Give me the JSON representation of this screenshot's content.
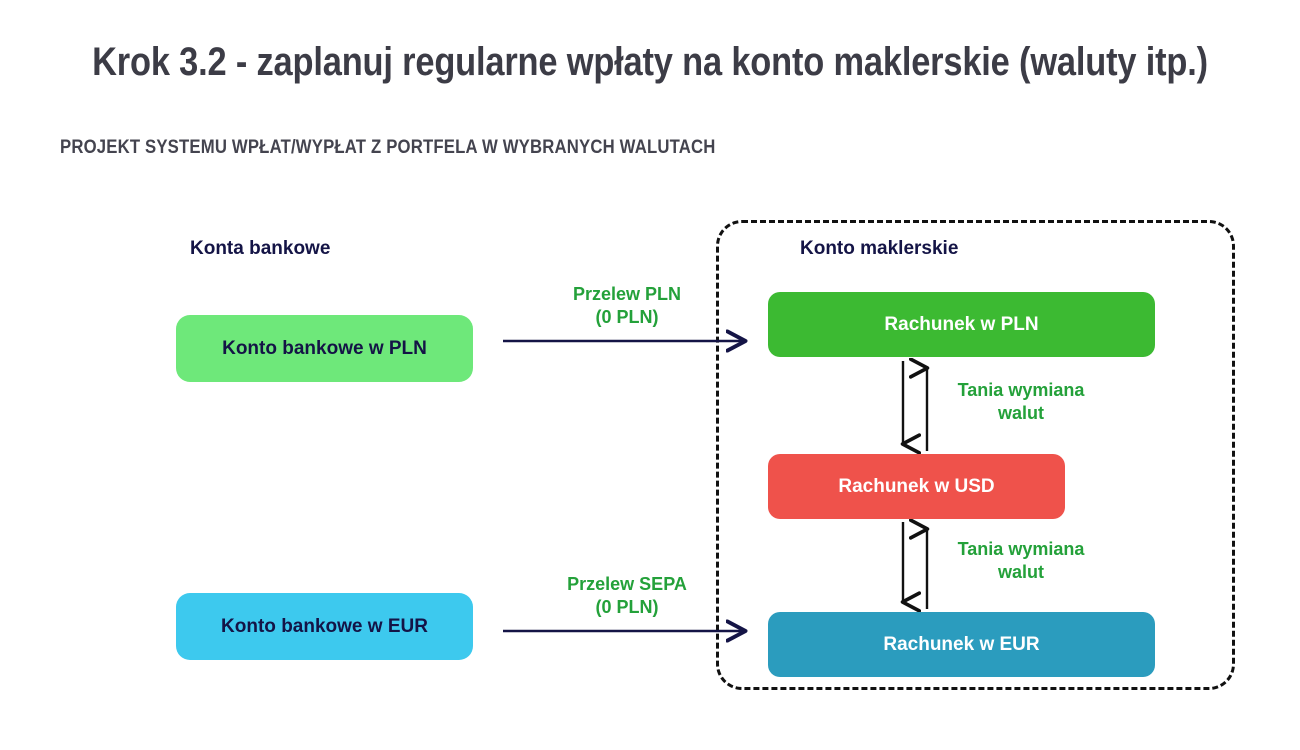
{
  "page": {
    "title": "Krok 3.2 - zaplanuj regularne wpłaty na konto maklerskie (waluty itp.)",
    "subtitle": "PROJEKT SYSTEMU WPŁAT/WYPŁAT Z PORTFELA W WYBRANYCH WALUTACH"
  },
  "colors": {
    "title_text": "#3c3c46",
    "subtitle_text": "#44444f",
    "caption_text": "#141446",
    "edge_label_green": "#24a13a",
    "arrow_navy": "#141446",
    "arrow_black": "#111111",
    "dashed_border": "#111111",
    "bank_pln": "#6ee87a",
    "bank_eur": "#3dc9ee",
    "account_pln": "#3cba32",
    "account_usd": "#ef524b",
    "account_eur": "#2b9cbe",
    "background": "#ffffff"
  },
  "columns": {
    "left_caption": "Konta bankowe",
    "right_caption": "Konto maklerskie"
  },
  "bank_accounts": [
    {
      "label": "Konto bankowe w PLN",
      "currency": "PLN",
      "color": "#6ee87a"
    },
    {
      "label": "Konto bankowe w EUR",
      "currency": "EUR",
      "color": "#3dc9ee"
    }
  ],
  "brokerage_accounts": [
    {
      "label": "Rachunek w PLN",
      "currency": "PLN",
      "color": "#3cba32"
    },
    {
      "label": "Rachunek w USD",
      "currency": "USD",
      "color": "#ef524b"
    },
    {
      "label": "Rachunek w EUR",
      "currency": "EUR",
      "color": "#2b9cbe"
    }
  ],
  "transfers": [
    {
      "line1": "Przelew PLN",
      "line2": "(0 PLN)",
      "from": "Konto bankowe w PLN",
      "to": "Rachunek w PLN",
      "cost": "0 PLN"
    },
    {
      "line1": "Przelew SEPA",
      "line2": "(0 PLN)",
      "from": "Konto bankowe w EUR",
      "to": "Rachunek w EUR",
      "cost": "0 PLN"
    }
  ],
  "exchanges": [
    {
      "line1": "Tania wymiana",
      "line2": "walut",
      "between": [
        "Rachunek w PLN",
        "Rachunek w USD"
      ]
    },
    {
      "line1": "Tania wymiana",
      "line2": "walut",
      "between": [
        "Rachunek w USD",
        "Rachunek w EUR"
      ]
    }
  ]
}
